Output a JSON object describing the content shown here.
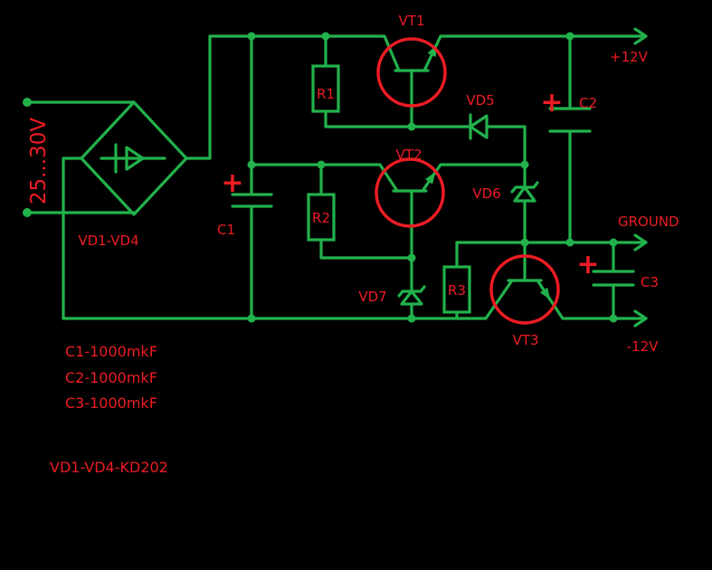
{
  "labels": {
    "vt1": "VT1",
    "vt2": "VT2",
    "vt3": "VT3",
    "r1": "R1",
    "r2": "R2",
    "r3": "R3",
    "vd5": "VD5",
    "vd6": "VD6",
    "vd7": "VD7",
    "c1": "C1",
    "c2": "C2",
    "c3": "C3",
    "bridge": "VD1-VD4",
    "input_voltage": "25...30V",
    "out_positive": "+12V",
    "out_ground": "GROUND",
    "out_negative": "-12V",
    "polarity_plus": "+"
  },
  "notes": {
    "c1": "C1-1000mkF",
    "c2": "C2-1000mkF",
    "c3": "C3-1000mkF",
    "diodes": "VD1-VD4-KD202"
  },
  "colors": {
    "background": "#000000",
    "wire": "#22b24c",
    "text": "#ed1c24",
    "transistor_circle": "#ed1c24"
  }
}
